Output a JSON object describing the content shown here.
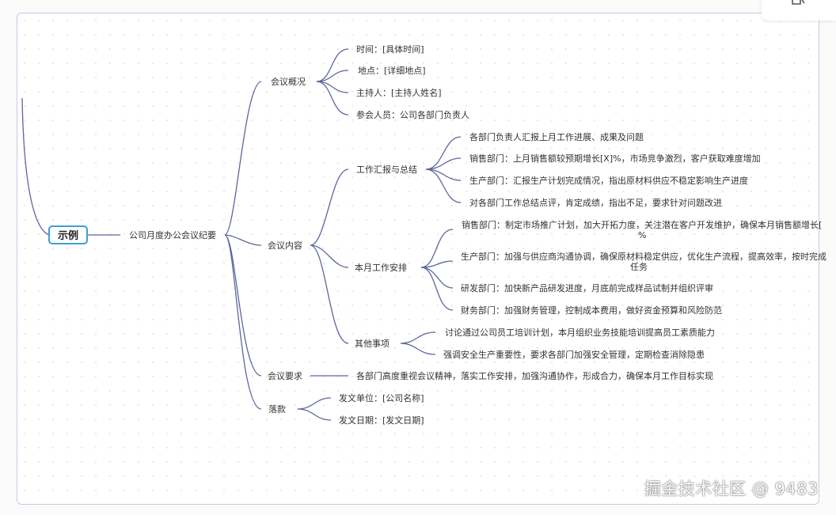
{
  "colors": {
    "line": "#5c669e",
    "root_border": "#3d9fd3",
    "frame_border": "#c9c7e3",
    "text": "#333333"
  },
  "root": {
    "label": "示例"
  },
  "title": {
    "label": "公司月度办公会议纪要"
  },
  "overview": {
    "label": "会议概况",
    "items": [
      "时间：[具体时间]",
      "地点：[详细地点]",
      "主持人：[主持人姓名]",
      "参会人员：公司各部门负责人"
    ]
  },
  "content": {
    "label": "会议内容",
    "report": {
      "label": "工作汇报与总结",
      "items": [
        "各部门负责人汇报上月工作进展、成果及问题",
        "销售部门：上月销售额较预期增长[X]%，市场竞争激烈，客户获取难度增加",
        "生产部门：汇报生产计划完成情况，指出原材料供应不稳定影响生产进度",
        "对各部门工作总结点评，肯定成绩，指出不足，要求针对问题改进"
      ]
    },
    "plan": {
      "label": "本月工作安排",
      "items": [
        {
          "line1": "销售部门：制定市场推广计划，加大开拓力度，关注潜在客户开发维护，确保本月销售额增长[",
          "line2": "%"
        },
        {
          "line1": "生产部门：加强与供应商沟通协调，确保原材料稳定供应，优化生产流程，提高效率，按时完成",
          "line2": "任务"
        },
        {
          "line1": "研发部门：加快新产品研发进度，月底前完成样品试制并组织评审",
          "line2": ""
        },
        {
          "line1": "财务部门：加强财务管理，控制成本费用，做好资金预算和风险防范",
          "line2": ""
        }
      ]
    },
    "other": {
      "label": "其他事项",
      "items": [
        "讨论通过公司员工培训计划，本月组织业务技能培训提高员工素质能力",
        "强调安全生产重要性，要求各部门加强安全管理，定期检查消除隐患"
      ]
    }
  },
  "requirements": {
    "label": "会议要求",
    "items": [
      "各部门高度重视会议精神，落实工作安排，加强沟通协作，形成合力，确保本月工作目标实现"
    ]
  },
  "signoff": {
    "label": "落款",
    "items": [
      "发文单位：[公司名称]",
      "发文日期：[发文日期]"
    ]
  },
  "watermark": "掘金技术社区 @ 9483"
}
